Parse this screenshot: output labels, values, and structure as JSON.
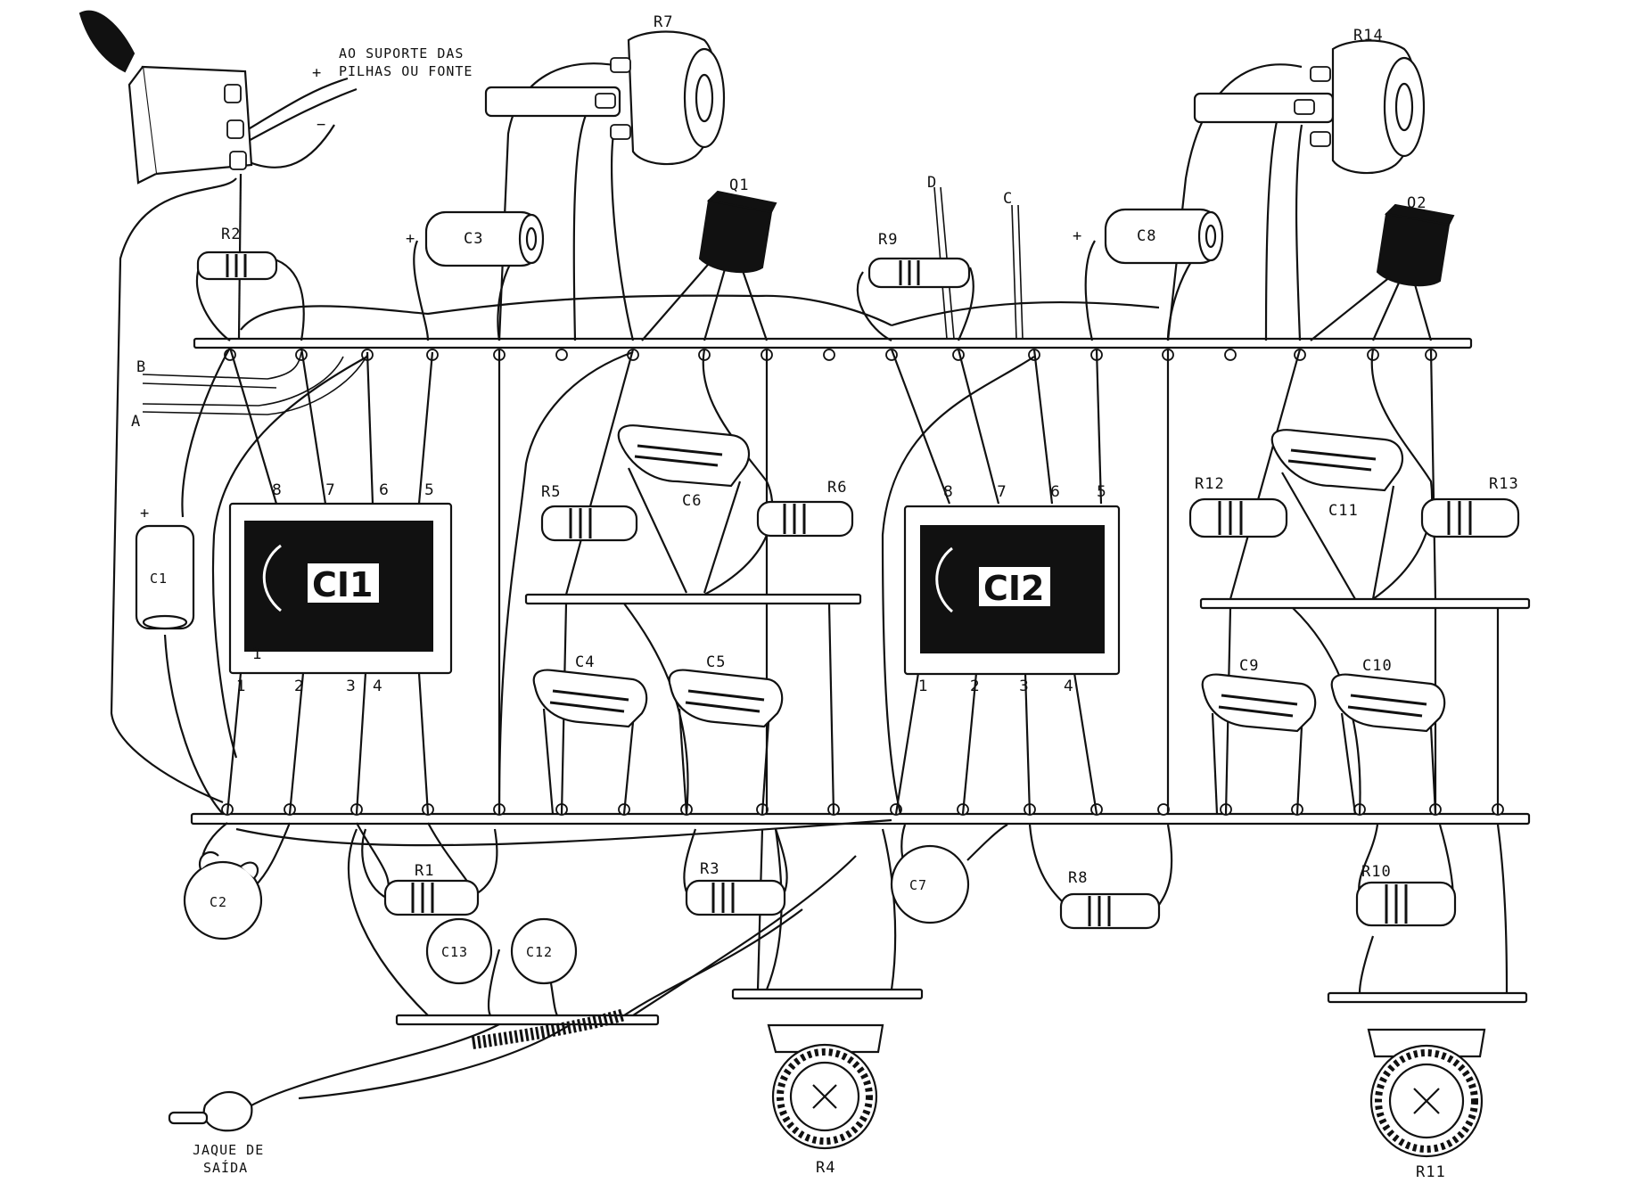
{
  "diagram": {
    "power_note_line1": "AO SUPORTE DAS",
    "power_note_line2": "PILHAS OU FONTE",
    "plus_sign": "+",
    "minus_sign": "−",
    "output_jack_line1": "JAQUE DE",
    "output_jack_line2": "SAÍDA",
    "inputs": {
      "a": "A",
      "b": "B",
      "c": "C",
      "d": "D"
    },
    "ics": [
      {
        "id": "ci1",
        "label": "CI1",
        "pins_top": [
          "8",
          "7",
          "6",
          "5"
        ],
        "pins_bottom": [
          "1",
          "2",
          "3",
          "4"
        ]
      },
      {
        "id": "ci2",
        "label": "CI2",
        "pins_top": [
          "8",
          "7",
          "6",
          "5"
        ],
        "pins_bottom": [
          "1",
          "2",
          "3",
          "4"
        ]
      }
    ],
    "pin1_mark": "1",
    "resistors": {
      "r1": "R1",
      "r2": "R2",
      "r3": "R3",
      "r5": "R5",
      "r6": "R6",
      "r8": "R8",
      "r9": "R9",
      "r10": "R10",
      "r12": "R12",
      "r13": "R13"
    },
    "potentiometers": {
      "r7": "R7",
      "r14": "R14"
    },
    "trimmers": {
      "r4": "R4",
      "r11": "R11"
    },
    "electrolytic": {
      "c1": "C1",
      "c3": "C3",
      "c8": "C8"
    },
    "ceramic": {
      "c2": "C2",
      "c7": "C7",
      "c12": "C12",
      "c13": "C13"
    },
    "polyester": {
      "c4": "C4",
      "c5": "C5",
      "c6": "C6",
      "c9": "C9",
      "c10": "C10",
      "c11": "C11"
    },
    "transistors": {
      "q1": "Q1",
      "q2": "Q2"
    }
  }
}
